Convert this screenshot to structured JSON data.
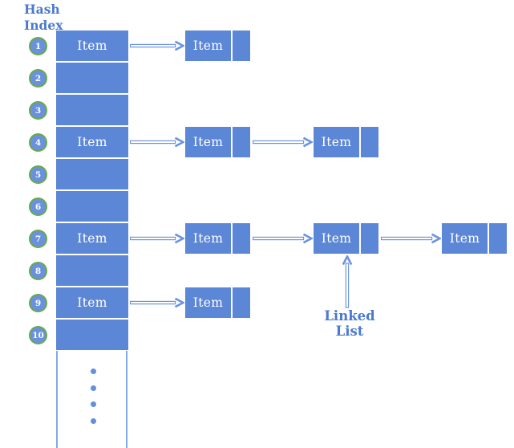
{
  "header": {
    "title_line1": "Hash",
    "title_line2": "Index"
  },
  "table": {
    "rows": [
      {
        "index": "1",
        "value": "Item",
        "chain": [
          "Item"
        ]
      },
      {
        "index": "2",
        "value": "",
        "chain": []
      },
      {
        "index": "3",
        "value": "",
        "chain": []
      },
      {
        "index": "4",
        "value": "Item",
        "chain": [
          "Item",
          "Item"
        ]
      },
      {
        "index": "5",
        "value": "",
        "chain": []
      },
      {
        "index": "6",
        "value": "",
        "chain": []
      },
      {
        "index": "7",
        "value": "Item",
        "chain": [
          "Item",
          "Item",
          "Item"
        ]
      },
      {
        "index": "8",
        "value": "",
        "chain": []
      },
      {
        "index": "9",
        "value": "Item",
        "chain": [
          "Item"
        ]
      },
      {
        "index": "10",
        "value": "",
        "chain": []
      }
    ]
  },
  "annotations": {
    "linked_list_label": "Linked List"
  },
  "colors": {
    "cell_blue": "#5c86d6",
    "circle_blue": "#6a92dc",
    "circle_border_green": "#6aa84f",
    "arrow_blue": "#6b94e0",
    "label_blue": "#4a79ce"
  }
}
